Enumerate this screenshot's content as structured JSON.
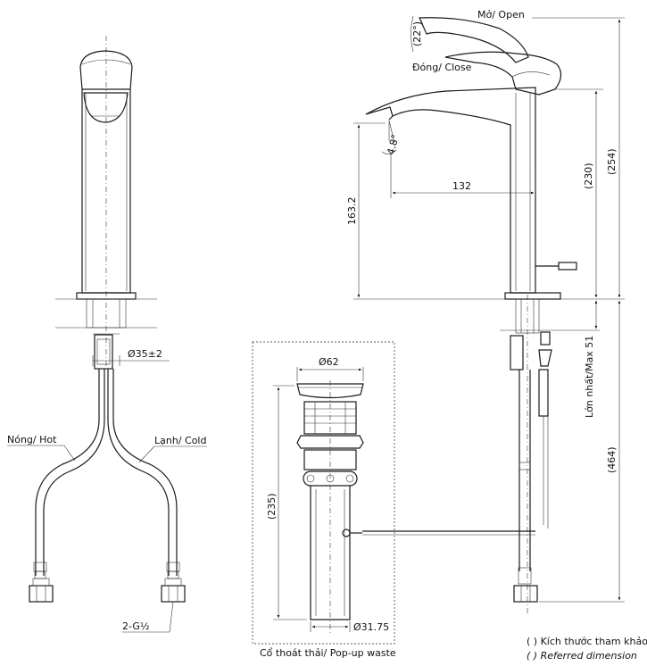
{
  "labels": {
    "open": "Mở/ Open",
    "close": "Đóng/ Close",
    "hot": "Nóng/ Hot",
    "cold": "Lạnh/ Cold",
    "thread": "2-G½",
    "popup_waste": "Cổ thoát thải/ Pop-up waste",
    "max_height": "Lớn nhất/Max 51",
    "legend_line1": "( ) Kích thước tham khảo",
    "legend_line2": "( ) Referred dimension"
  },
  "dimensions": {
    "angle_open": "(22°)",
    "tilt_angle": "4.8°",
    "spout_reach": "132",
    "spout_height": "163.2",
    "body_height": "(230)",
    "total_height": "(254)",
    "hose_length": "(464)",
    "hole_diameter": "Ø35±2",
    "drain_top_diameter": "Ø62",
    "drain_length": "(235)",
    "drain_pipe_diameter": "Ø31.75"
  }
}
